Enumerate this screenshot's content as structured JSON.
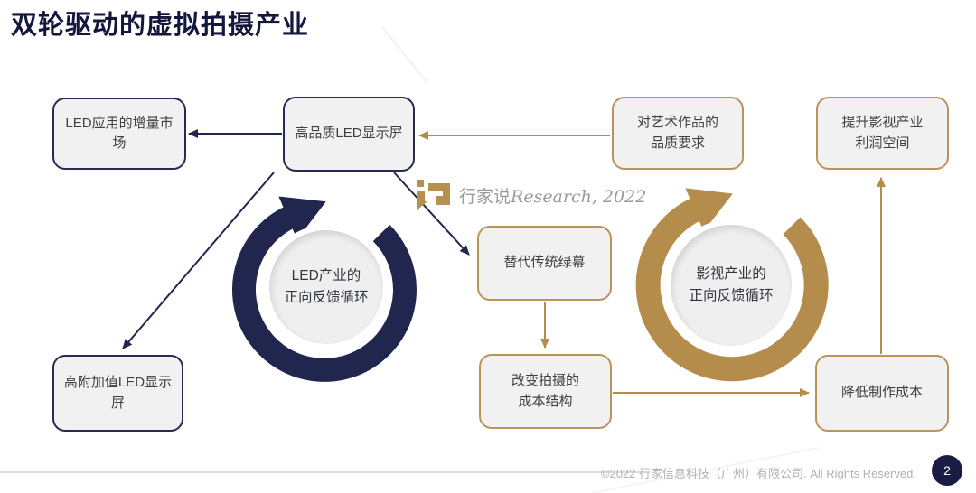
{
  "title": "双轮驱动的虚拟拍摄产业",
  "watermark": {
    "brand_logo": "hangjiashuo-logo",
    "brand_cn": "行家说",
    "brand_en": "Research, 2022"
  },
  "cycles": {
    "led": {
      "label": "LED产业的\n正向反馈循环"
    },
    "film": {
      "label": "影视产业的\n正向反馈循环"
    }
  },
  "boxes": {
    "led_increment_market": {
      "text": "LED应用的增量市场"
    },
    "high_quality_led_display": {
      "text": "高品质LED显示屏"
    },
    "art_quality_requirement": {
      "text": "对艺术作品的\n品质要求"
    },
    "film_profit_space": {
      "text": "提升影视产业\n利润空间"
    },
    "replace_green_screen": {
      "text": "替代传统绿幕"
    },
    "shooting_cost_structure": {
      "text": "改变拍摄的\n成本结构"
    },
    "high_value_led_display": {
      "text": "高附加值LED显示屏"
    },
    "reduce_production_cost": {
      "text": "降低制作成本"
    }
  },
  "footer": {
    "copyright": "©2022 行家信息科技（广州）有限公司. All Rights Reserved.",
    "page_number": "2"
  },
  "colors": {
    "navy": "#21264e",
    "gold": "#b48d4c",
    "box_fill": "#f1f1f2",
    "footer_text": "#b2b0b0"
  }
}
